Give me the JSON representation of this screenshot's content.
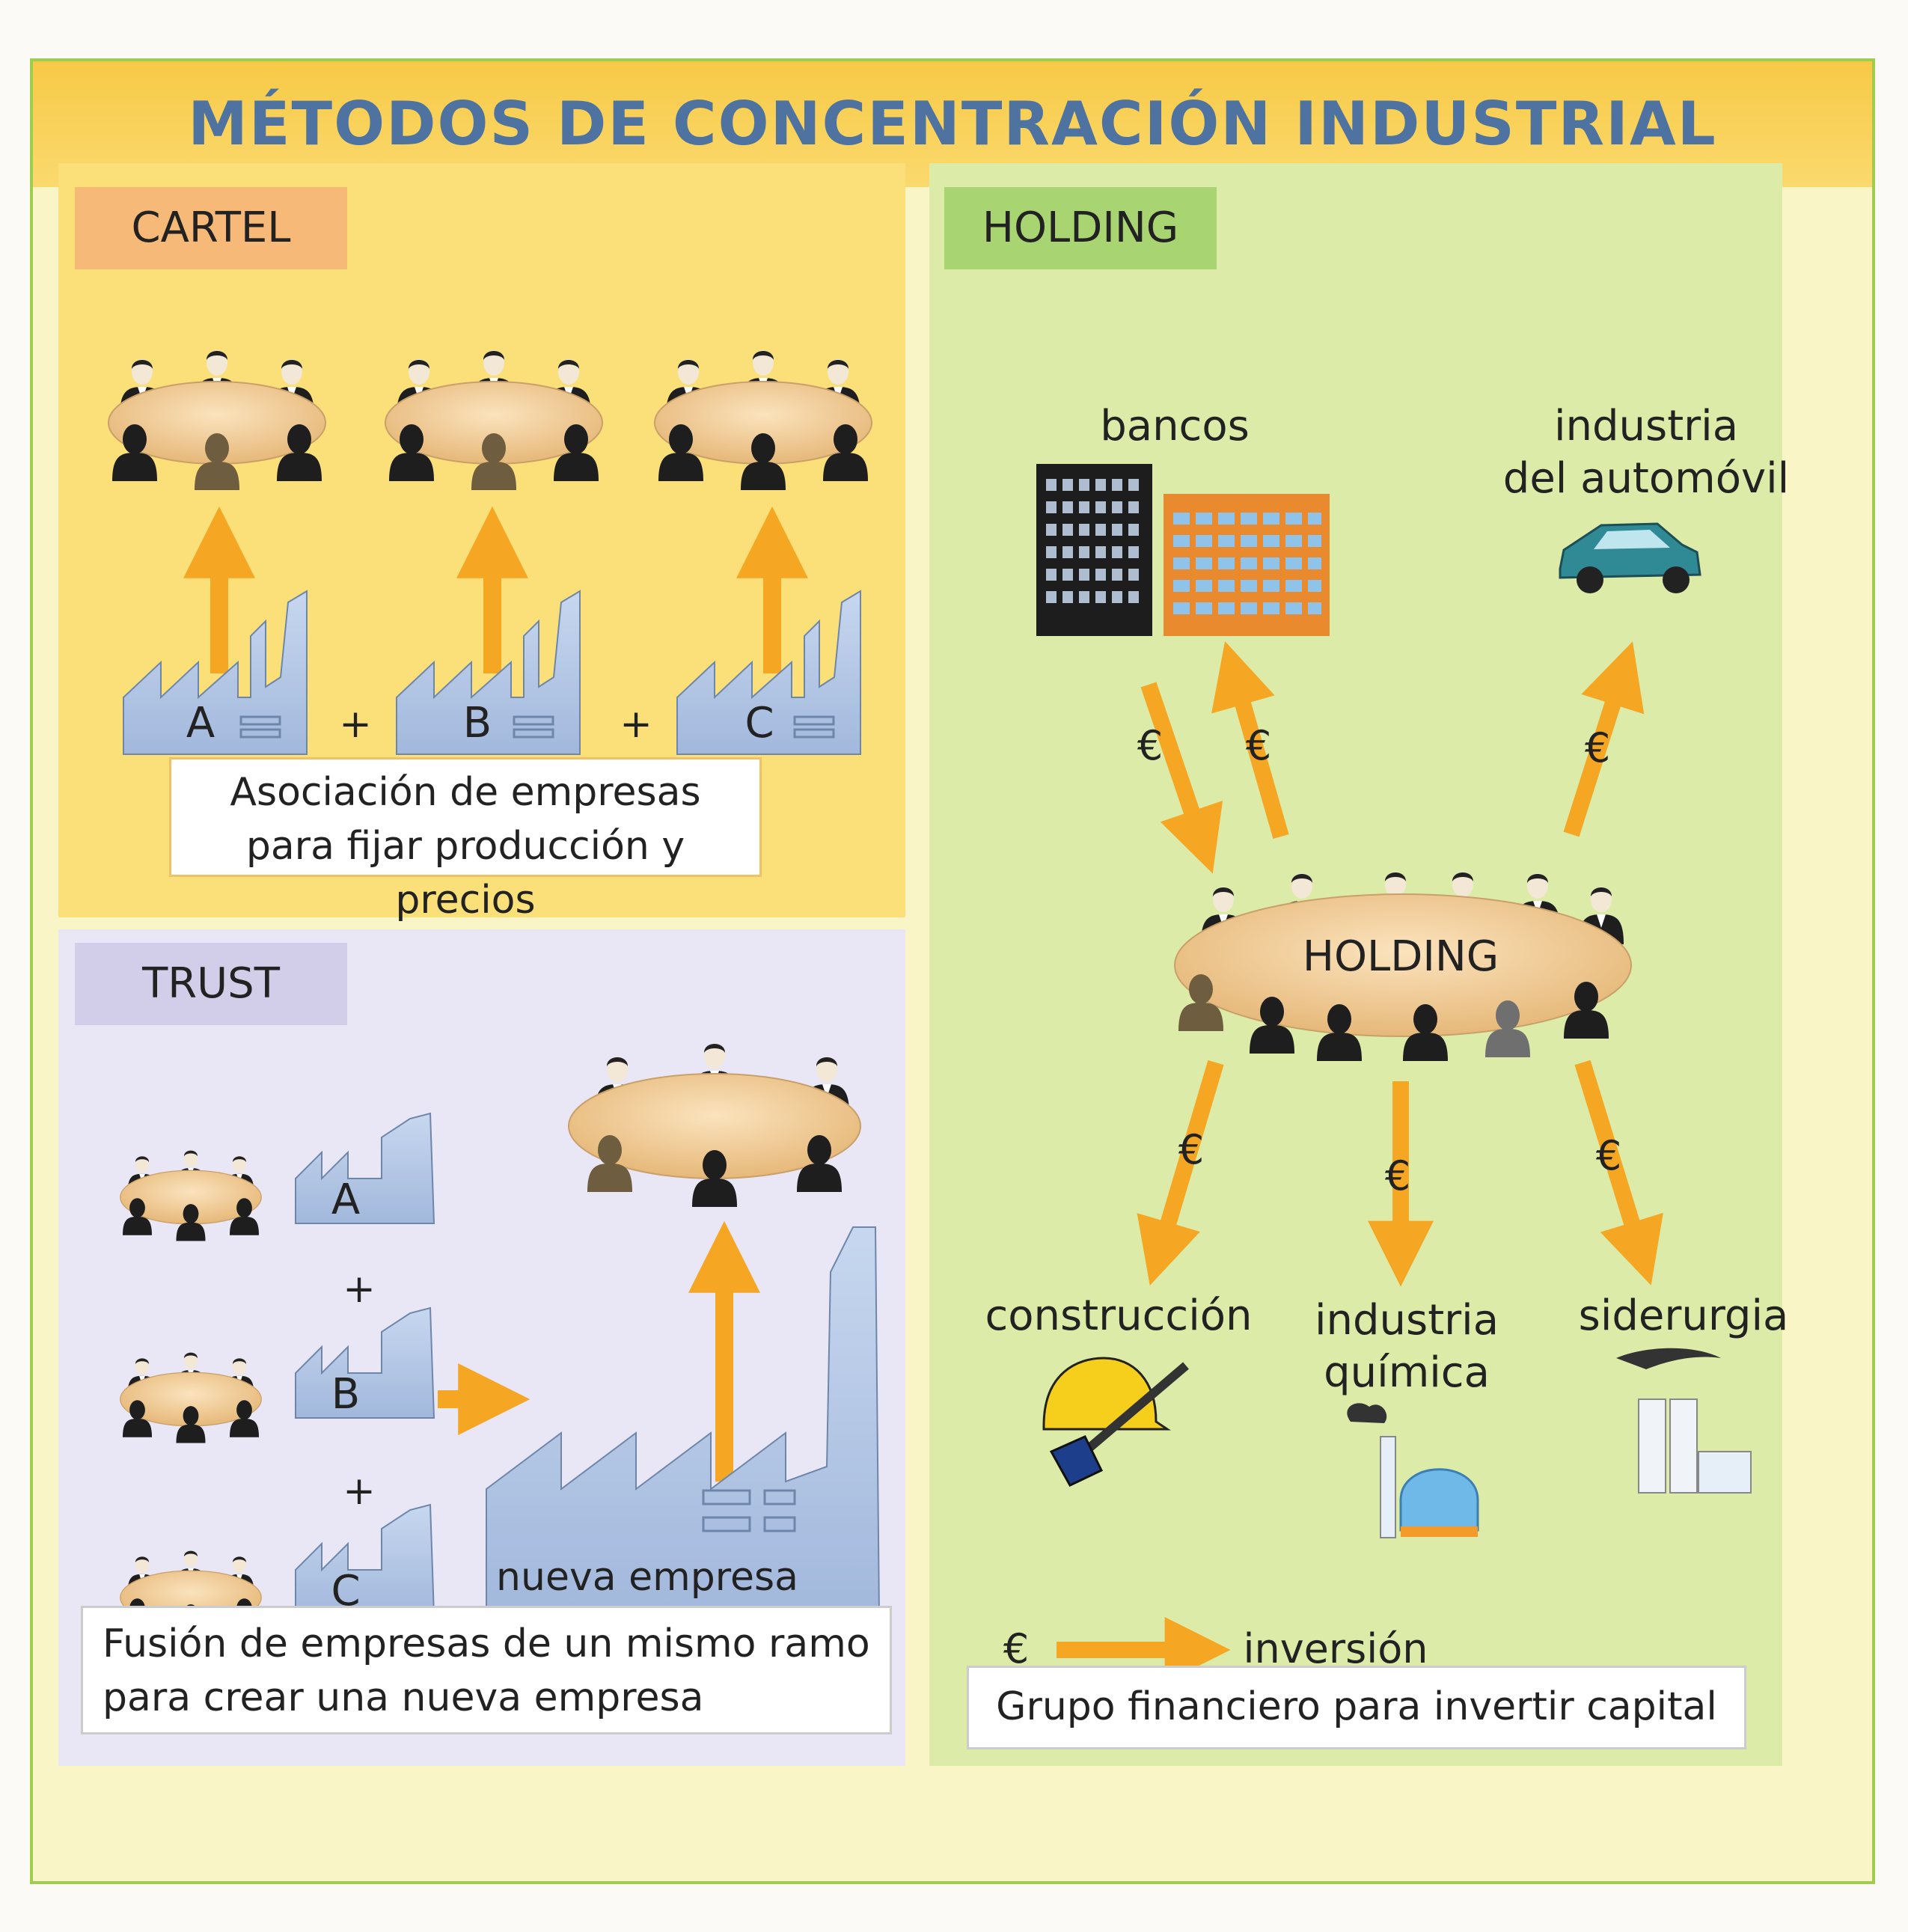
{
  "title": "MÉTODOS DE CONCENTRACIÓN INDUSTRIAL",
  "cartel": {
    "label": "CARTEL",
    "companies": [
      "A",
      "B",
      "C"
    ],
    "plus": "+",
    "caption": [
      "Asociación de empresas",
      "para fijar producción y precios"
    ]
  },
  "trust": {
    "label": "TRUST",
    "companies": [
      "A",
      "B",
      "C"
    ],
    "plus": "+",
    "new_company": "nueva empresa",
    "caption": [
      "Fusión de empresas de un mismo ramo",
      "para crear una nueva empresa"
    ]
  },
  "holding": {
    "label": "HOLDING",
    "center_label": "HOLDING",
    "currency": "€",
    "banks": "bancos",
    "auto": [
      "industria",
      "del automóvil"
    ],
    "construction": "construcción",
    "chemical": [
      "industria",
      "química"
    ],
    "steel": "siderurgia",
    "legend_label": "inversión",
    "caption": "Grupo financiero para invertir capital"
  },
  "colors": {
    "title_bg": "#f7ca46",
    "title_text": "#4e73a0",
    "arrow": "#f5a623",
    "factory": "#b4c8e6",
    "table": "#f2c98e"
  },
  "icons": [
    "people-around-table-icon",
    "factory-icon",
    "arrow-icon",
    "bank-building-icon",
    "car-icon",
    "hard-hat-shovel-icon",
    "chemical-plant-icon",
    "steel-mill-icon"
  ]
}
